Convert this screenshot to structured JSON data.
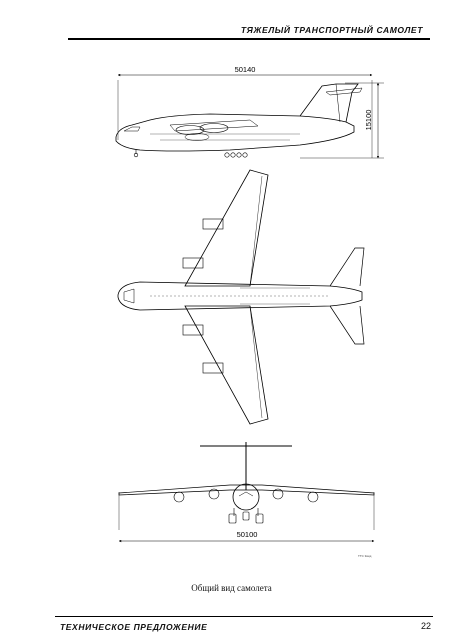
{
  "header": {
    "title": "ТЯЖЕЛЫЙ ТРАНСПОРТНЫЙ САМОЛЕТ"
  },
  "drawing": {
    "side_length": "50140",
    "side_height": "15100",
    "front_span": "50100",
    "corner_mark": "ТТС 3вид"
  },
  "caption": "Общий вид самолета",
  "footer": {
    "title": "ТЕХНИЧЕСКОЕ ПРЕДЛОЖЕНИЕ",
    "page": "22"
  }
}
